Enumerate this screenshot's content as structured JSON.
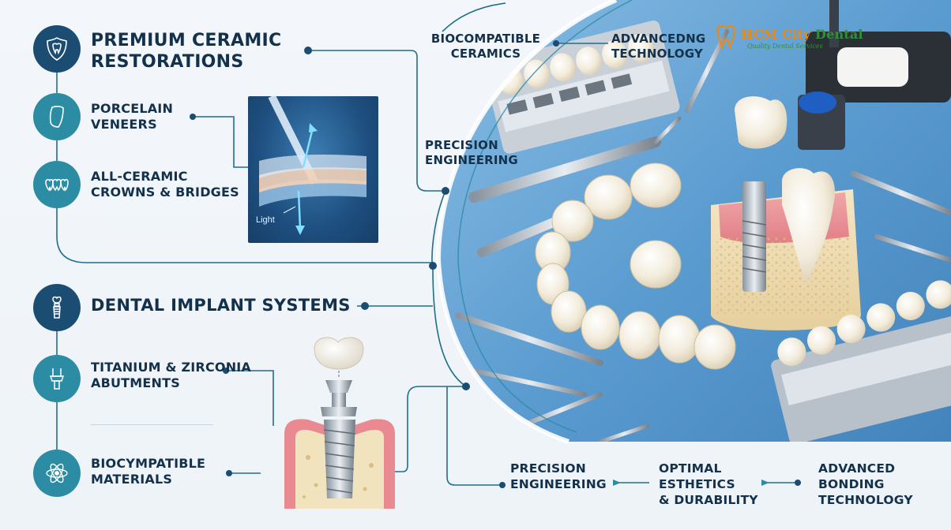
{
  "logo": {
    "text_a": "HCM City ",
    "text_b": "Dental",
    "sub": "Quality Dental Services"
  },
  "sections": {
    "ceramic": {
      "title_line1": "PREMIUM CERAMIC",
      "title_line2": "RESTORATIONS"
    },
    "veneers": {
      "line1": "PORCELAIN",
      "line2": "VENEERS"
    },
    "crowns": {
      "line1": "ALL-CERAMIC",
      "line2": "CROWNS & BRIDGES"
    },
    "implant": {
      "title": "DENTAL IMPLANT SYSTEMS"
    },
    "abutments": {
      "line1": "TITANIUM & ZIRCONIA",
      "line2": "ABUTMENTS"
    },
    "materials": {
      "line1": "BIOCYMPATIBLE",
      "line2": "MATERIALS"
    }
  },
  "inset": {
    "label": "Light"
  },
  "callouts": {
    "biocompatible": {
      "line1": "BIOCOMPATIBLE",
      "line2": "CERAMICS"
    },
    "advanced_tech": {
      "line1": "ADVANCEDNG",
      "line2": "TECHNOLOGY"
    },
    "precision_top": {
      "line1": "PRECISION",
      "line2": "ENGINEERING"
    }
  },
  "bottom_flow": [
    {
      "line1": "PRECISION",
      "line2": "ENGINEERING",
      "line3": ""
    },
    {
      "line1": "OPTIMAL",
      "line2": "ESTHETICS",
      "line3": "& DURABILITY"
    },
    {
      "line1": "ADVANCED",
      "line2": "BONDING",
      "line3": "TECHNOLOGY"
    }
  ],
  "colors": {
    "navy": "#1b4d73",
    "teal": "#2b8ca3",
    "photo_blue": "#4f8fc4",
    "logo_orange": "#e68a1b",
    "logo_green": "#2f8f3a"
  }
}
